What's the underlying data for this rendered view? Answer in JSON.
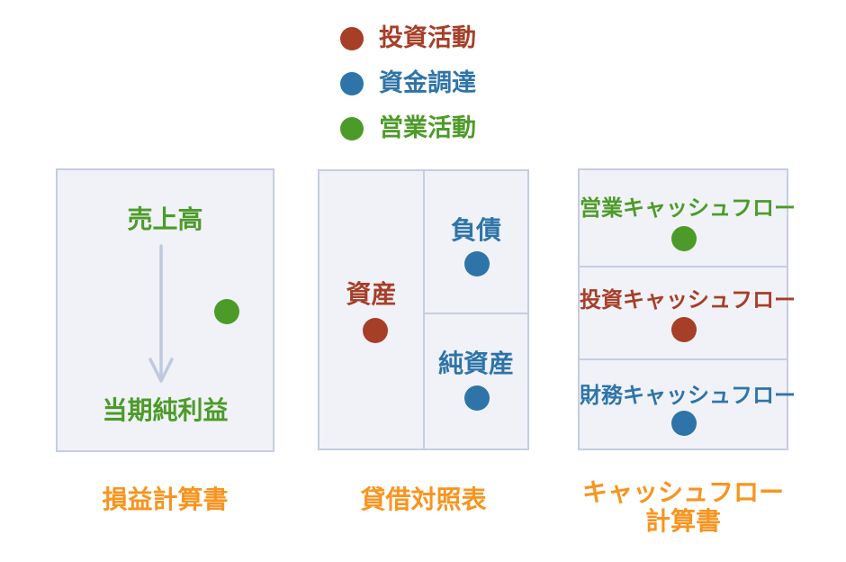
{
  "palette": {
    "investing_red": "#A63E28",
    "financing_blue": "#2E74A9",
    "operating_green": "#4C9B28",
    "title_orange": "#F8941F",
    "box_background": "#F0F2F7",
    "box_border": "#C5CDE2",
    "arrow_gray": "#BFC9DE"
  },
  "legend": {
    "items": [
      {
        "id": "investing",
        "label": "投資活動",
        "color": "#A63E28"
      },
      {
        "id": "financing",
        "label": "資金調達",
        "color": "#2E74A9"
      },
      {
        "id": "operating",
        "label": "営業活動",
        "color": "#4C9B28"
      }
    ]
  },
  "income_statement": {
    "title": "損益計算書",
    "title_color": "#F8941F",
    "sales_label": "売上高",
    "net_income_label": "当期純利益",
    "text_color": "#4C9B28",
    "dot_color": "#4C9B28",
    "arrow_color": "#BFC9DE"
  },
  "balance_sheet": {
    "title": "貸借対照表",
    "title_color": "#F8941F",
    "assets": {
      "label": "資産",
      "color": "#A63E28"
    },
    "liabilities": {
      "label": "負債",
      "color": "#2E74A9"
    },
    "net_assets": {
      "label": "純資産",
      "color": "#2E74A9"
    }
  },
  "cash_flow_statement": {
    "title_line1": "キャッシュフロー",
    "title_line2": "計算書",
    "title_color": "#F8941F",
    "sections": [
      {
        "id": "operating-cf",
        "label": "営業キャッシュフロー",
        "color": "#4C9B28"
      },
      {
        "id": "investing-cf",
        "label": "投資キャッシュフロー",
        "color": "#A63E28"
      },
      {
        "id": "financing-cf",
        "label": "財務キャッシュフロー",
        "color": "#2E74A9"
      }
    ]
  }
}
